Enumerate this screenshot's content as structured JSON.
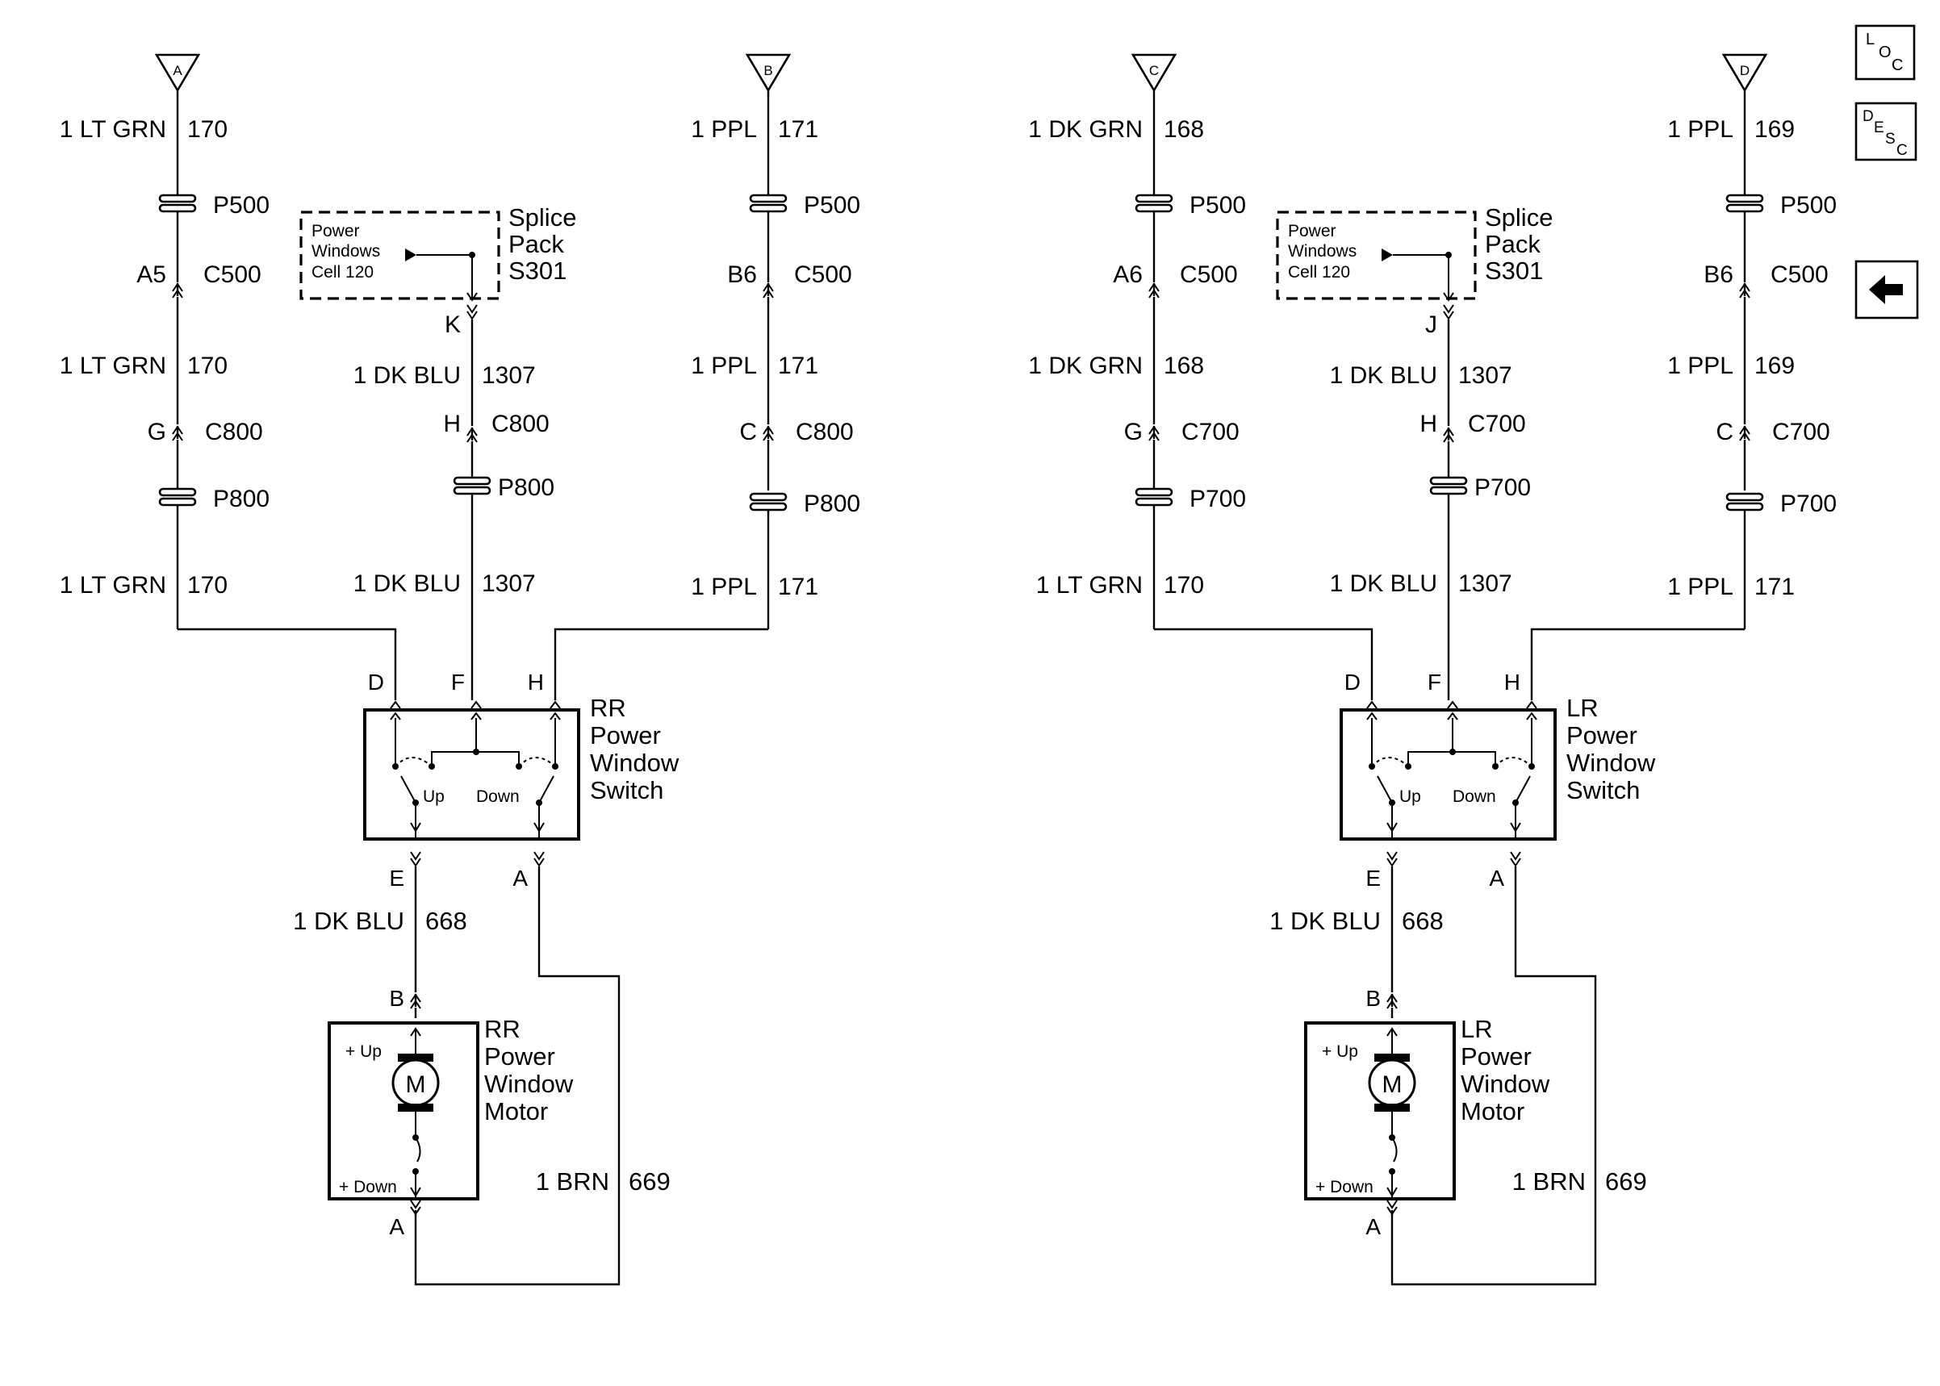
{
  "nav": {
    "loc_icon": "LOC",
    "desc_icon": "DESC",
    "back_icon": "arrow-left"
  },
  "right_nav": {
    "loc_text": {
      "l1": "L",
      "l2": "O",
      "l3": "C"
    },
    "desc_text": {
      "l1": "D",
      "l2": "E",
      "l3": "S",
      "l4": "C"
    }
  },
  "left": {
    "wires": {
      "a": {
        "ref": "A",
        "w1": "1 LT GRN",
        "c1": "170",
        "p1": "P500",
        "cav1": "A5",
        "c500": "C500",
        "w2": "1 LT GRN",
        "c2": "170",
        "cav2": "G",
        "c800": "C800",
        "p2": "P800",
        "w3": "1 LT GRN",
        "c3": "170"
      },
      "b": {
        "ref": "B",
        "w1": "1 PPL",
        "c1": "171",
        "p1": "P500",
        "cav1": "B6",
        "c500": "C500",
        "w2": "1 PPL",
        "c2": "171",
        "cav2": "C",
        "c800": "C800",
        "p2": "P800",
        "w3": "1 PPL",
        "c3": "171"
      },
      "mid": {
        "cav_splice": "K",
        "w1": "1 DK BLU",
        "c1": "1307",
        "cav2": "H",
        "c800": "C800",
        "p2": "P800",
        "w2": "1 DK BLU",
        "c2": "1307"
      }
    },
    "splice": {
      "inner": [
        "Power",
        "Windows",
        "Cell 120"
      ],
      "label": [
        "Splice",
        "Pack",
        "S301"
      ]
    },
    "switch": {
      "pins": {
        "d": "D",
        "f": "F",
        "h": "H",
        "e": "E",
        "a": "A"
      },
      "up": "Up",
      "down": "Down",
      "name": [
        "RR",
        "Power",
        "Window",
        "Switch"
      ]
    },
    "lower": {
      "w1": "1 DK BLU",
      "c1": "668",
      "w2": "1 BRN",
      "c2": "669"
    },
    "motor": {
      "pin_top": "B",
      "pin_bottom": "A",
      "m": "M",
      "up": "+ Up",
      "down": "+ Down",
      "name": [
        "RR",
        "Power",
        "Window",
        "Motor"
      ]
    }
  },
  "right": {
    "wires": {
      "a": {
        "ref": "C",
        "w1": "1 DK GRN",
        "c1": "168",
        "p1": "P500",
        "cav1": "A6",
        "c500": "C500",
        "w2": "1 DK GRN",
        "c2": "168",
        "cav2": "G",
        "c800": "C700",
        "p2": "P700",
        "w3": "1 LT GRN",
        "c3": "170"
      },
      "b": {
        "ref": "D",
        "w1": "1 PPL",
        "c1": "169",
        "p1": "P500",
        "cav1": "B6",
        "c500": "C500",
        "w2": "1 PPL",
        "c2": "169",
        "cav2": "C",
        "c800": "C700",
        "p2": "P700",
        "w3": "1 PPL",
        "c3": "171"
      },
      "mid": {
        "cav_splice": "J",
        "w1": "1 DK BLU",
        "c1": "1307",
        "cav2": "H",
        "c800": "C700",
        "p2": "P700",
        "w2": "1 DK BLU",
        "c2": "1307"
      }
    },
    "splice": {
      "inner": [
        "Power",
        "Windows",
        "Cell 120"
      ],
      "label": [
        "Splice",
        "Pack",
        "S301"
      ]
    },
    "switch": {
      "pins": {
        "d": "D",
        "f": "F",
        "h": "H",
        "e": "E",
        "a": "A"
      },
      "up": "Up",
      "down": "Down",
      "name": [
        "LR",
        "Power",
        "Window",
        "Switch"
      ]
    },
    "lower": {
      "w1": "1 DK BLU",
      "c1": "668",
      "w2": "1 BRN",
      "c2": "669"
    },
    "motor": {
      "pin_top": "B",
      "pin_bottom": "A",
      "m": "M",
      "up": "+ Up",
      "down": "+ Down",
      "name": [
        "LR",
        "Power",
        "Window",
        "Motor"
      ]
    }
  }
}
